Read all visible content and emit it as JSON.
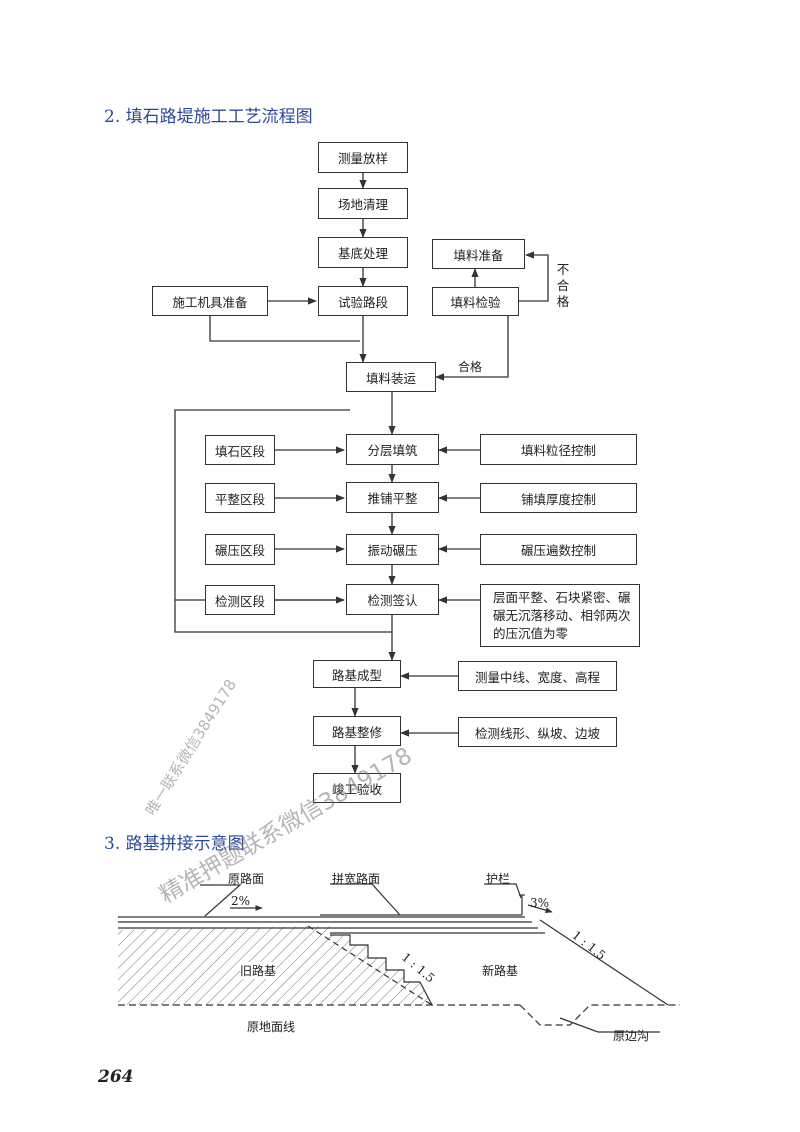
{
  "titles": {
    "flow": "2. 填石路堤施工工艺流程图",
    "section": "3. 路基拼接示意图"
  },
  "flow": {
    "survey": "测量放样",
    "clear": "场地清理",
    "base": "基底处理",
    "trial": "试验路段",
    "machine": "施工机具准备",
    "fill_prep": "填料准备",
    "fill_check": "填料检验",
    "not_ok": "不合格",
    "ok": "合格",
    "transport": "填料装运",
    "zone_fill": "填石区段",
    "layer": "分层填筑",
    "grain": "填料粒径控制",
    "zone_level": "平整区段",
    "spread": "推铺平整",
    "thickness": "铺填厚度控制",
    "zone_roll": "碾压区段",
    "vibro": "振动碾压",
    "passes": "碾压遍数控制",
    "zone_check": "检测区段",
    "inspect": "检测签认",
    "criteria": "层面平整、石块紧密、碾碾无沉落移动、相邻两次的压沉值为零",
    "formed": "路基成型",
    "survey2": "测量中线、宽度、高程",
    "trim": "路基整修",
    "check2": "检测线形、纵坡、边坡",
    "accept": "竣工验收"
  },
  "section": {
    "old_surface": "原路面",
    "widen_surface": "拼宽路面",
    "guardrail": "护栏",
    "slope_2": "2%",
    "slope_3": "3%",
    "ratio_right": "1 : 1.5",
    "ratio_mid": "1 : 1.5",
    "old_base": "旧路基",
    "new_base": "新路基",
    "ground": "原地面线",
    "ditch": "原边沟"
  },
  "watermarks": {
    "w1": "唯一联系微信3849178",
    "w2": "精准押题联系微信3849178"
  },
  "page_number": "264"
}
